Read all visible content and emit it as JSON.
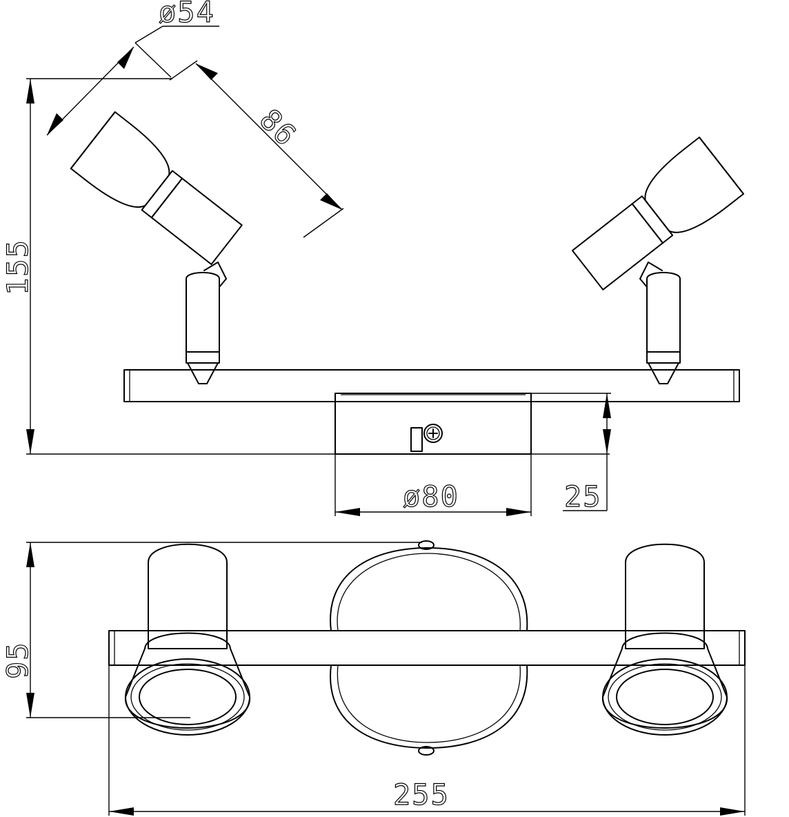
{
  "dimensions": {
    "shade_diameter": "ø54",
    "shade_length": "86",
    "total_height": "155",
    "base_diameter": "ø80",
    "base_height": "25",
    "top_depth": "95",
    "total_width": "255"
  },
  "colors": {
    "line": "#000000",
    "background": "#ffffff"
  }
}
